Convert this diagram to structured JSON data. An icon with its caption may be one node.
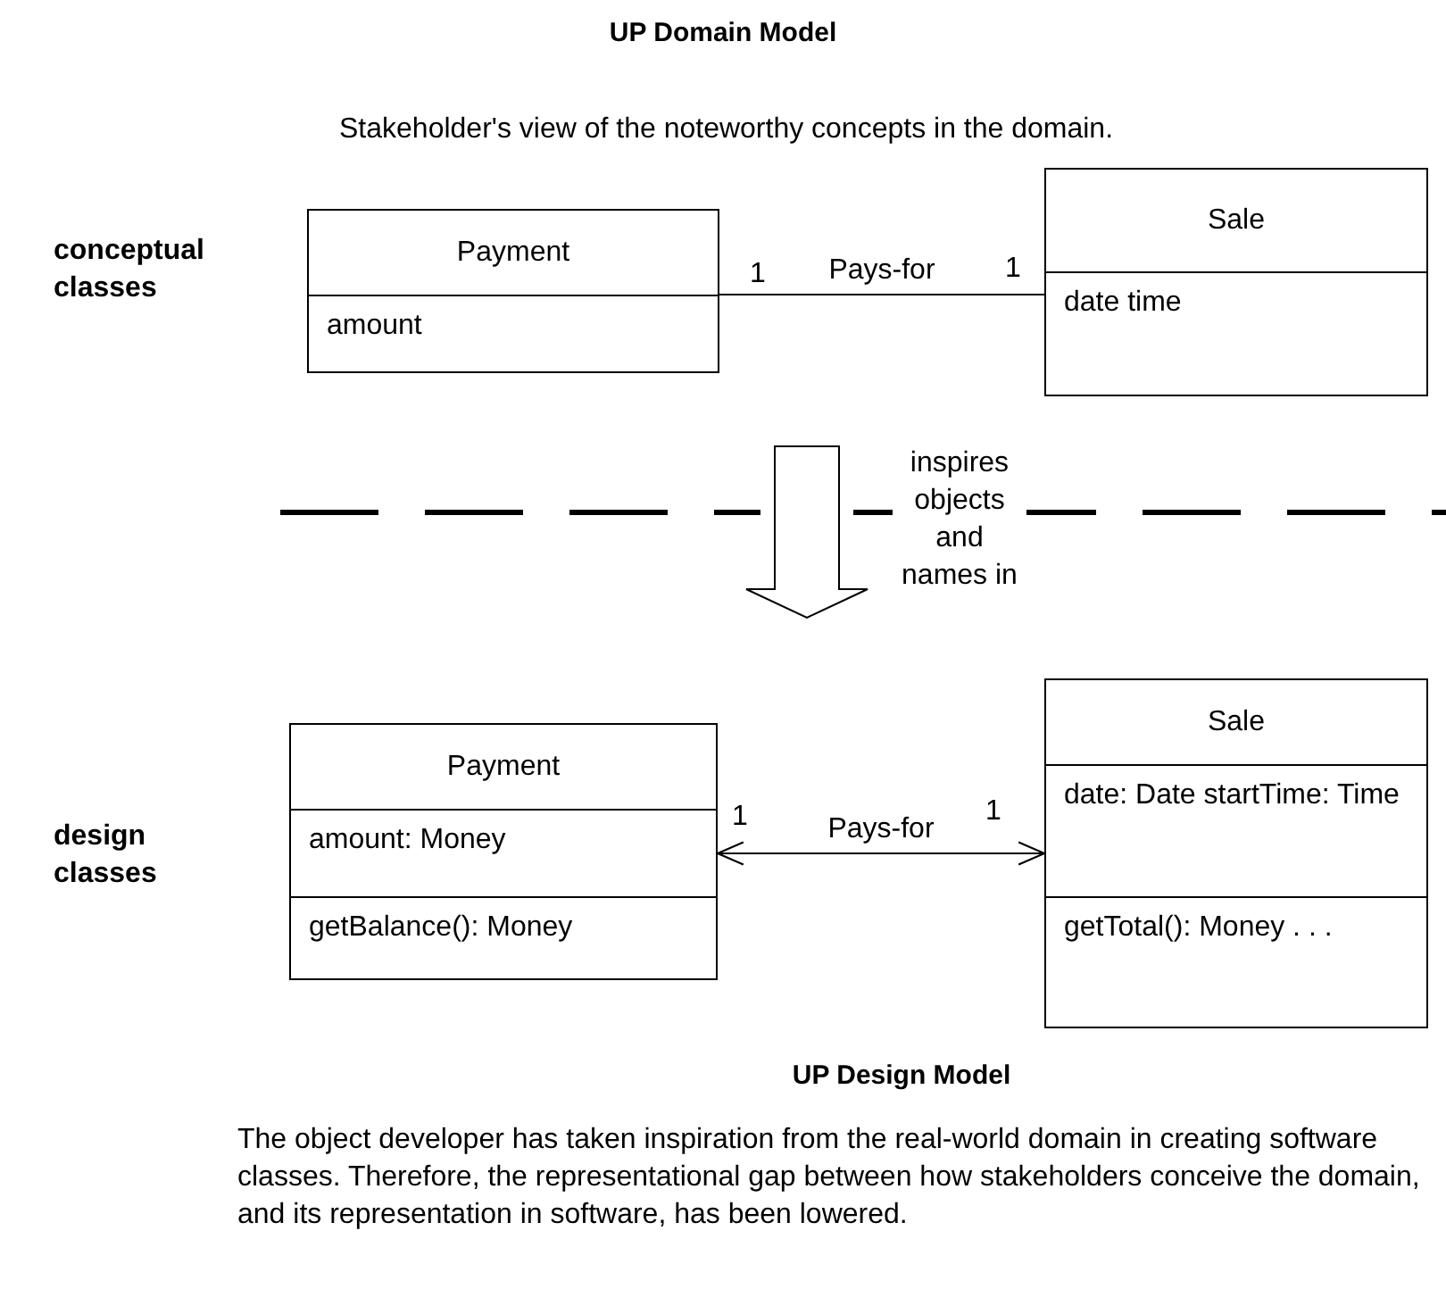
{
  "diagram": {
    "title": "UP Domain Model",
    "caption": "The object developer has taken inspiration from the real-world domain in creating software classes.  Therefore, the representational gap between how stakeholders conceive the domain, and its representation in software, has been lowered.",
    "nodes": [
      {
        "text": [
          "Payment",
          "amount"
        ]
      },
      {
        "text": [
          "Sale",
          "date time"
        ]
      },
      {
        "text": [
          "Payment",
          "amount: Money",
          "getBalance(): Money"
        ]
      },
      {
        "text": [
          "Sale",
          "date: Date startTime: Time",
          "getTotal(): Money . . ."
        ]
      }
    ],
    "edges": [
      {
        "from": 0,
        "to": 1,
        "arrow": "none",
        "label": "Pays-for"
      },
      {
        "from": 2,
        "to": 3,
        "arrow": "both",
        "label": "Pays-for"
      }
    ],
    "labels": [
      "Stakeholder's view of the noteworthy concepts in the domain.",
      "conceptual classes",
      "1",
      "1",
      "inspires objects and names in",
      "design classes",
      "1",
      "1",
      "UP Design Model"
    ]
  }
}
